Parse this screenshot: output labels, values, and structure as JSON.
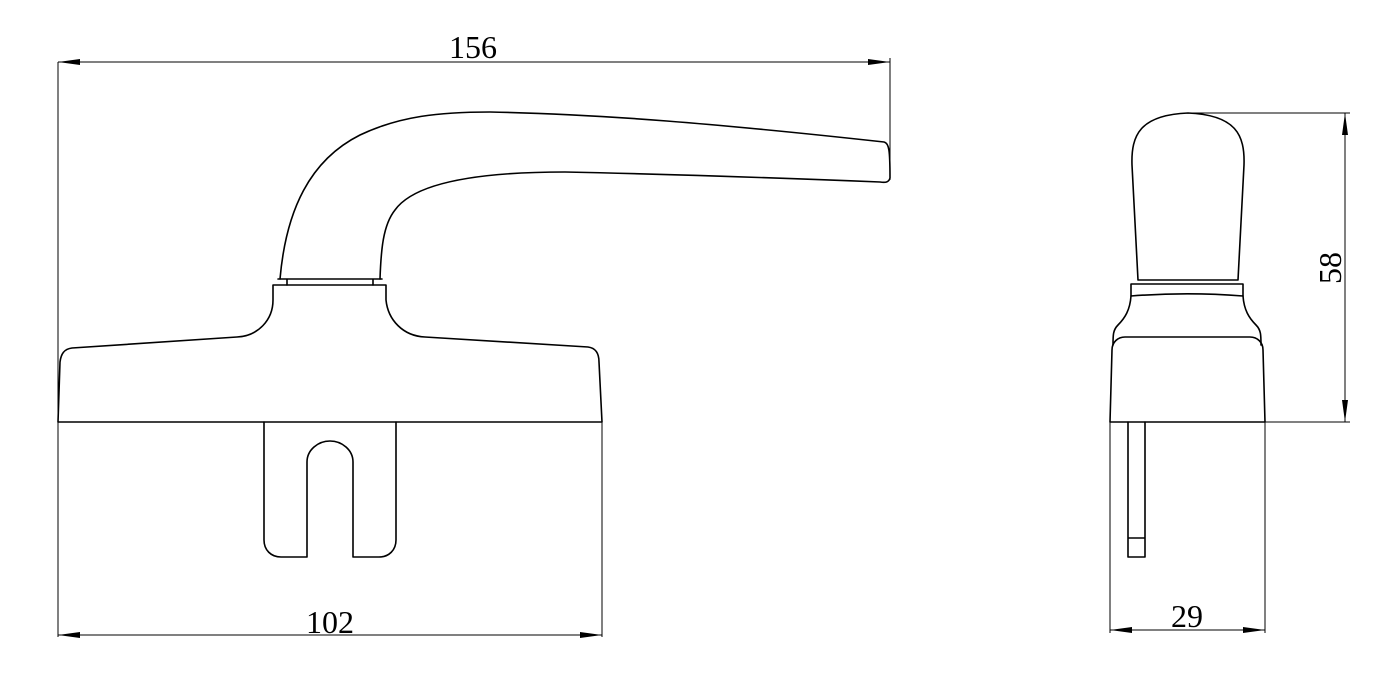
{
  "drawing": {
    "front_view": {
      "overall_length_label": "156",
      "base_width_label": "102"
    },
    "side_view": {
      "height_label": "58",
      "width_label": "29"
    },
    "line_color": "#000000",
    "background_color": "#ffffff"
  }
}
